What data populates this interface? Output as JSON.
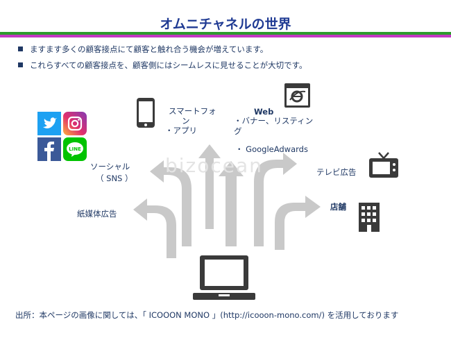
{
  "title": "オムニチャネルの世界",
  "bullets": [
    "ますます多くの顧客接点にて顧客と触れ合う機会が増えています。",
    "これらすべての顧客接点を、顧客側にはシームレスに見せることが大切です。"
  ],
  "channels": {
    "smartphone": {
      "line1": "スマートフォ",
      "line2": "ン",
      "sub": "・アプリ"
    },
    "web": {
      "title": "Web",
      "line1": "・バナー、リスティン",
      "line2": "グ",
      "line3": "・ GoogleAdwards"
    },
    "social": {
      "line1": "ソーシャル",
      "line2": "（ SNS ）"
    },
    "tv": "テレビ広告",
    "store": "店舗",
    "paper": "紙媒体広告"
  },
  "icons": {
    "twitter": "twitter-icon",
    "instagram": "instagram-icon",
    "facebook": "facebook-icon",
    "line": "line-icon",
    "line_text": "LINE"
  },
  "watermark": "bizocean",
  "footer": "出所：本ページの画像に関しては、「 ICOOON MONO 」(http://icooon-mono.com/) を活用しております",
  "colors": {
    "title": "#1f3a93",
    "text": "#1f3864",
    "green": "#2e9a2e",
    "purple": "#c338c3",
    "arrow": "#c9c9c9",
    "icon": "#3a3a3a"
  }
}
